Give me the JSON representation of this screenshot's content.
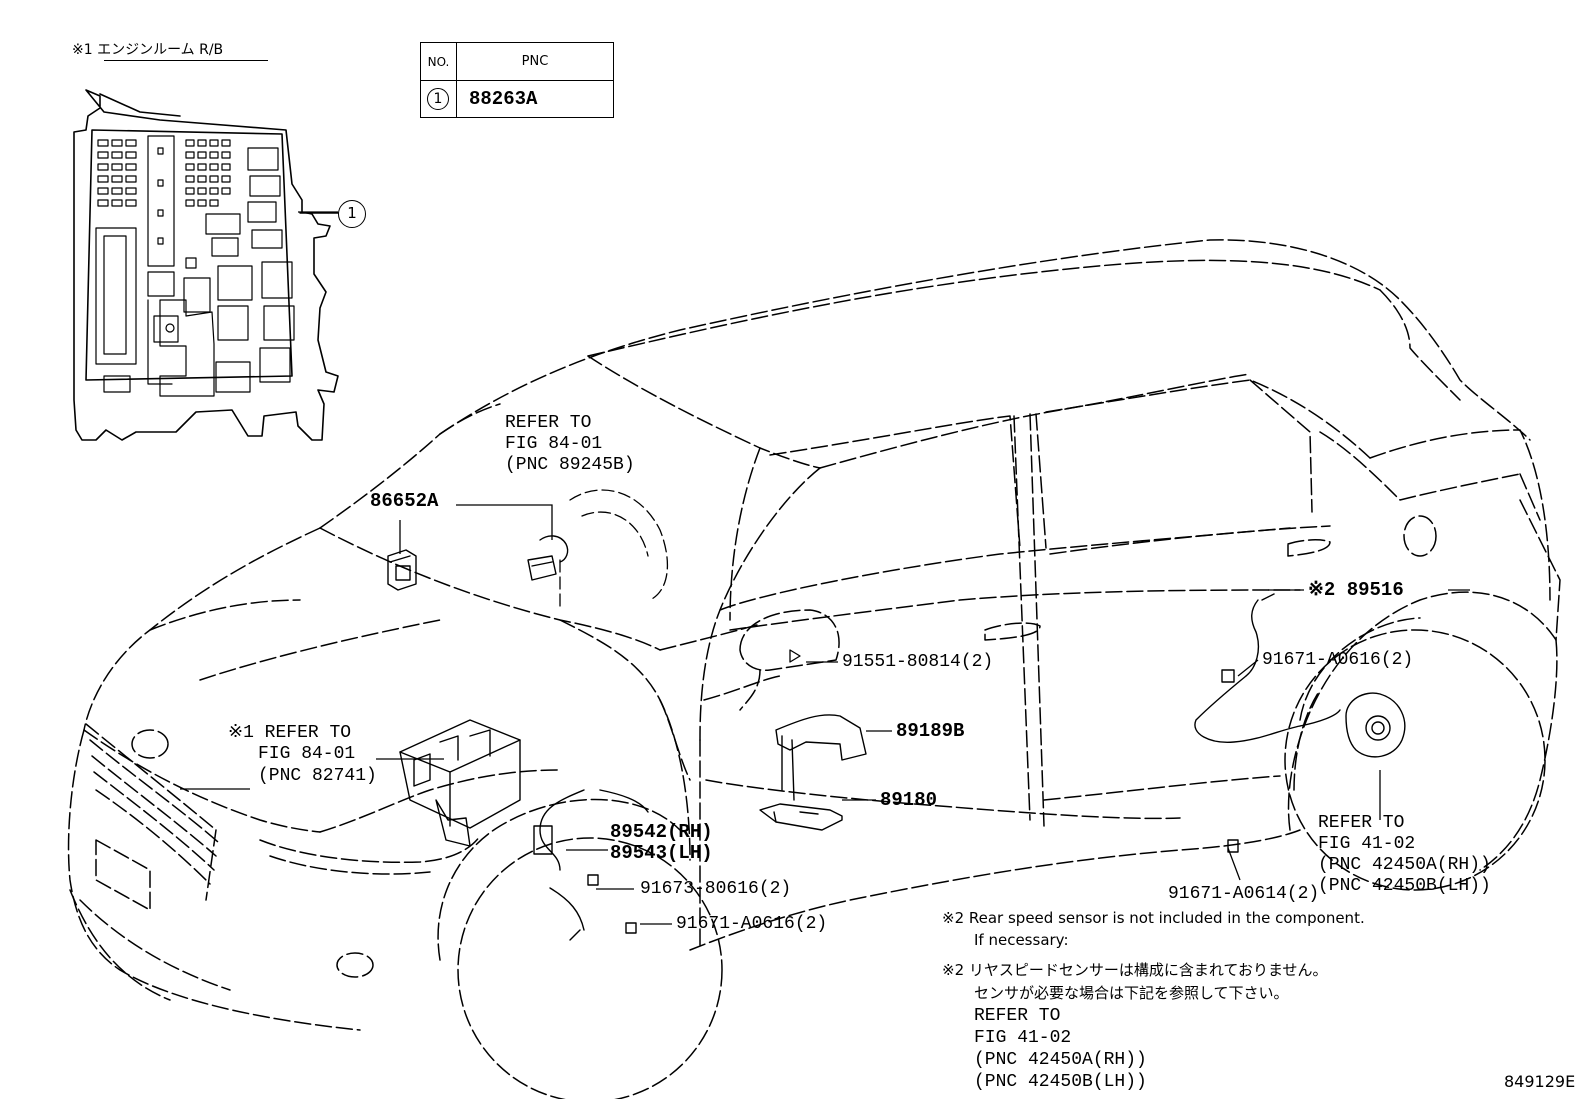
{
  "engine_room_rb": {
    "title": "※1 エンジンルーム R/B",
    "callout_no": "1"
  },
  "pnc_table": {
    "header_no": "NO.",
    "header_pnc": "PNC",
    "rows": [
      {
        "no": "1",
        "pnc": "88263A"
      }
    ]
  },
  "labels": {
    "refer_top_1": "REFER TO",
    "refer_top_2": "FIG 84-01",
    "refer_top_3": "(PNC 89245B)",
    "part_86652A": "86652A",
    "refer_rb_1": "※1 REFER TO",
    "refer_rb_2": "FIG 84-01",
    "refer_rb_3": "(PNC 82741)",
    "part_89542": "89542(RH)",
    "part_89543": "89543(LH)",
    "part_91673": "91673-80616(2)",
    "part_91671_front": "91671-A0616(2)",
    "part_91551": "91551-80814(2)",
    "part_89189B": "89189B",
    "part_89180": "89180",
    "part_89516": "※2 89516",
    "part_91671_rear": "91671-A0616(2)",
    "part_91671_A0614": "91671-A0614(2)",
    "refer_rear_1": "REFER TO",
    "refer_rear_2": "FIG 41-02",
    "refer_rear_3": "(PNC 42450A(RH))",
    "refer_rear_4": "(PNC 42450B(LH))"
  },
  "notes": {
    "en_line1": "※2 Rear speed sensor is not included in the component.",
    "en_line2": "If necessary:",
    "jp_line1": "※2 リヤスピードセンサーは構成に含まれておりません。",
    "jp_line2": "センサが必要な場合は下記を参照して下さい。",
    "refer_1": "REFER TO",
    "refer_2": "FIG 41-02",
    "refer_3": "(PNC 42450A(RH))",
    "refer_4": "(PNC 42450B(LH))"
  },
  "figure_id": "849129E"
}
